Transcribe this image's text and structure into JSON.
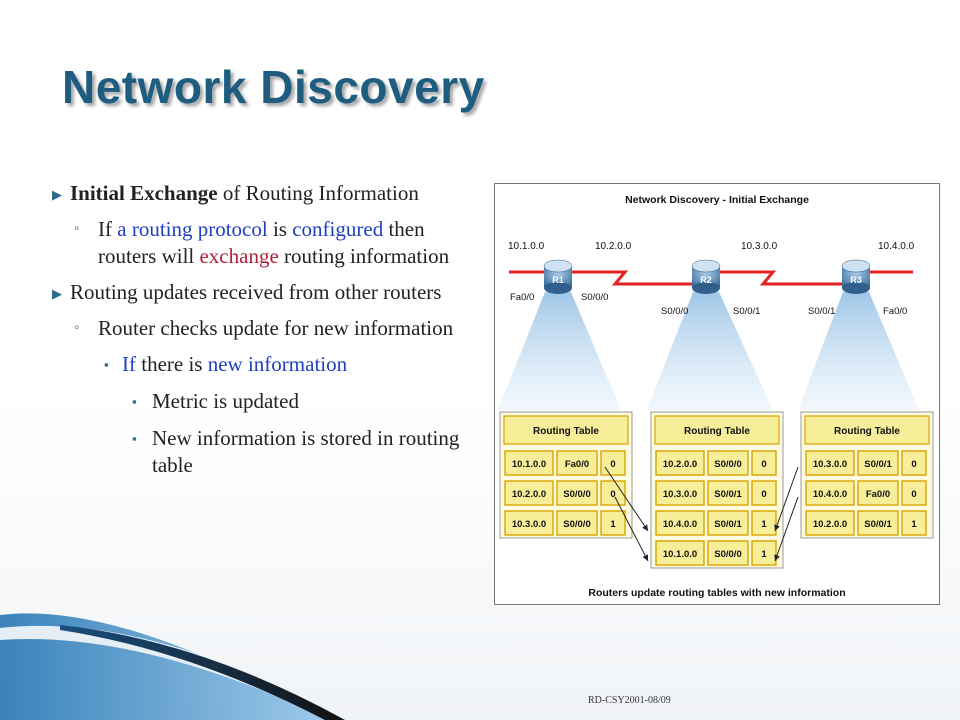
{
  "slide": {
    "title": "Network Discovery",
    "footer": "RD-CSY2001-08/09"
  },
  "bullets": {
    "b1_bold": "Initial Exchange",
    "b1_rest": " of Routing Information",
    "b2_pre": "If ",
    "b2_blue1": "a routing protocol",
    "b2_mid": " is ",
    "b2_blue2": "configured",
    "b2_mid2": " then routers will ",
    "b2_red": "exchange",
    "b2_post": " routing information",
    "b3": "Routing updates received from other routers",
    "b4": "Router checks update for new information",
    "b5_pre": "If",
    "b5_mid": " there is ",
    "b5_blue": "new information",
    "b6": "Metric is updated",
    "b7": "New information is stored in routing table"
  },
  "diagram": {
    "title": "Network Discovery - Initial Exchange",
    "caption": "Routers update routing tables with new information",
    "networks": [
      "10.1.0.0",
      "10.2.0.0",
      "10.3.0.0",
      "10.4.0.0"
    ],
    "routers": [
      {
        "name": "R1",
        "left_if": "Fa0/0",
        "right_if": "S0/0/0"
      },
      {
        "name": "R2",
        "left_if": "S0/0/0",
        "right_if": "S0/0/1"
      },
      {
        "name": "R3",
        "left_if": "S0/0/1",
        "right_if": "Fa0/0"
      }
    ],
    "table_header": "Routing Table",
    "tables": [
      {
        "router": "R1",
        "rows": [
          [
            "10.1.0.0",
            "Fa0/0",
            "0"
          ],
          [
            "10.2.0.0",
            "S0/0/0",
            "0"
          ],
          [
            "10.3.0.0",
            "S0/0/0",
            "1"
          ]
        ]
      },
      {
        "router": "R2",
        "rows": [
          [
            "10.2.0.0",
            "S0/0/0",
            "0"
          ],
          [
            "10.3.0.0",
            "S0/0/1",
            "0"
          ],
          [
            "10.4.0.0",
            "S0/0/1",
            "1"
          ],
          [
            "10.1.0.0",
            "S0/0/0",
            "1"
          ]
        ]
      },
      {
        "router": "R3",
        "rows": [
          [
            "10.3.0.0",
            "S0/0/1",
            "0"
          ],
          [
            "10.4.0.0",
            "Fa0/0",
            "0"
          ],
          [
            "10.2.0.0",
            "S0/0/1",
            "1"
          ]
        ]
      }
    ]
  },
  "colors": {
    "title": "#1f5d80",
    "link_serial": "#e32222",
    "table_fill": "#f7ee9a",
    "table_border": "#d9a300"
  }
}
